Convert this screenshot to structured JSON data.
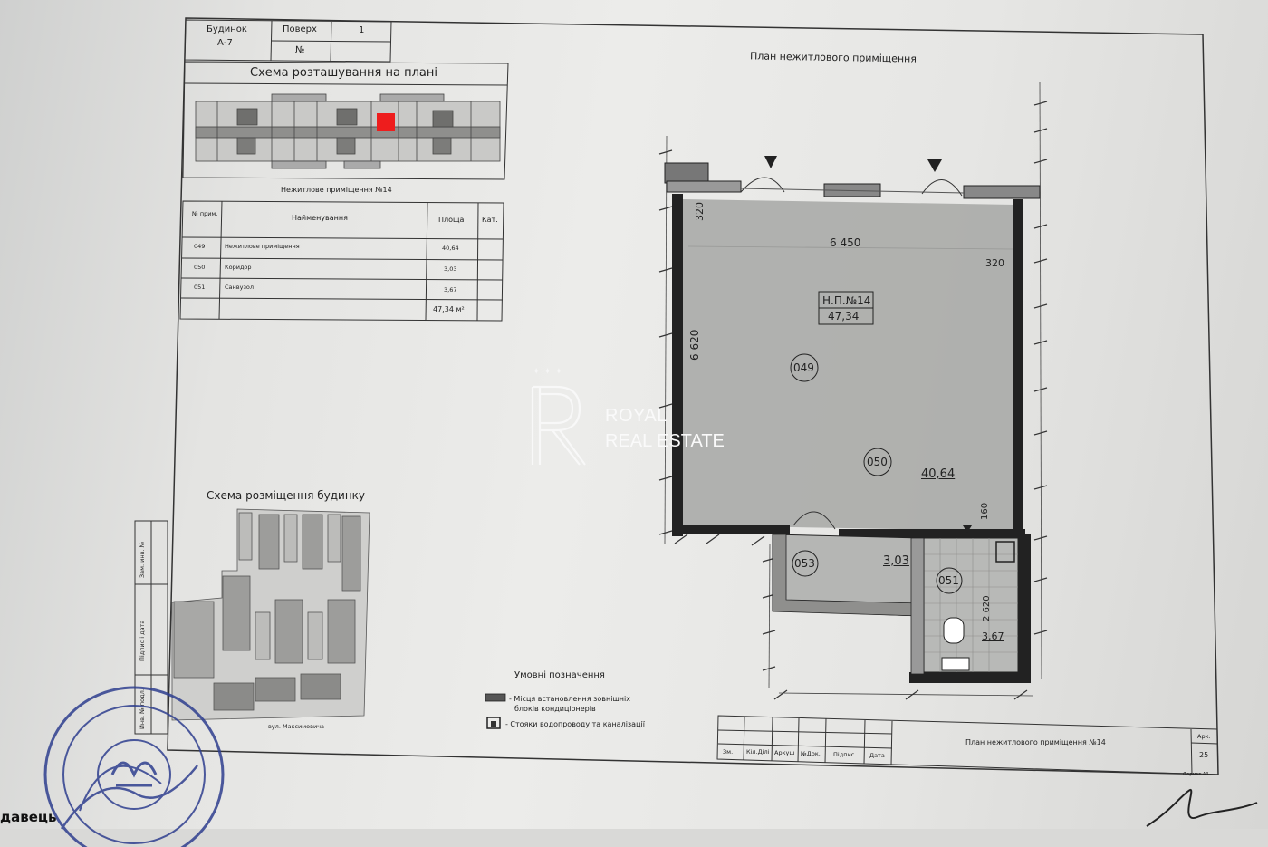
{
  "header_table": {
    "building_label": "Будинок",
    "building_value": "А-7",
    "floor_label": "Поверх",
    "floor_value": "1",
    "number_label": "№"
  },
  "location_scheme_title": "Схема розташування на плані",
  "premises_title": "Нежитлове приміщення №14",
  "room_table": {
    "headers": [
      "№ прим.",
      "Найменування",
      "Площа",
      "Кат."
    ],
    "rows": [
      {
        "no": "049",
        "name": "Нежитлове приміщення",
        "area": "40,64",
        "cat": ""
      },
      {
        "no": "050",
        "name": "Коридор",
        "area": "3,03",
        "cat": ""
      },
      {
        "no": "051",
        "name": "Санвузол",
        "area": "3,67",
        "cat": ""
      }
    ],
    "total": "47,34 м²"
  },
  "plan_title": "План нежитлового приміщення",
  "plan": {
    "dim_width": "6 450",
    "dim_height": "6 620",
    "dim_320_top": "320",
    "dim_320_right": "320",
    "dim_160": "160",
    "dim_2620": "2 620",
    "unit_label": "Н.П.№14",
    "unit_area": "47,34",
    "room_049": "049",
    "room_050": "050",
    "room_053": "053",
    "room_051": "051",
    "area_main": "40,64",
    "area_corridor": "3,03",
    "area_bath": "3,67"
  },
  "building_scheme_title": "Схема розміщення будинку",
  "street_label": "вул. Максимовича",
  "side_stamp": [
    "Зам. инв. №",
    "Підпис і дата",
    "Инв. № подл."
  ],
  "legend": {
    "title": "Умовні позначення",
    "item1a": "- Місця встановлення зовнішніх",
    "item1b": "блоків кондиціонерів",
    "item2": "- Стояки водопроводу та каналізації"
  },
  "title_block": {
    "cols": [
      "Зм.",
      "Кіл.Ділі",
      "Аркуш",
      "№Док.",
      "Підпис",
      "Дата"
    ],
    "name": "План нежитлового приміщення №14",
    "sheet_label": "Арк.",
    "sheet_no": "25",
    "format": "Формат А3"
  },
  "watermark": {
    "stars": "✦✦✦",
    "name": "ROYAL",
    "sub": "REAL ESTATE"
  },
  "seller_text": "давець",
  "colors": {
    "line": "#2a2a2a",
    "wall": "#222222",
    "room_fill": "#9b9c9a",
    "marker": "#ee1d1d"
  }
}
